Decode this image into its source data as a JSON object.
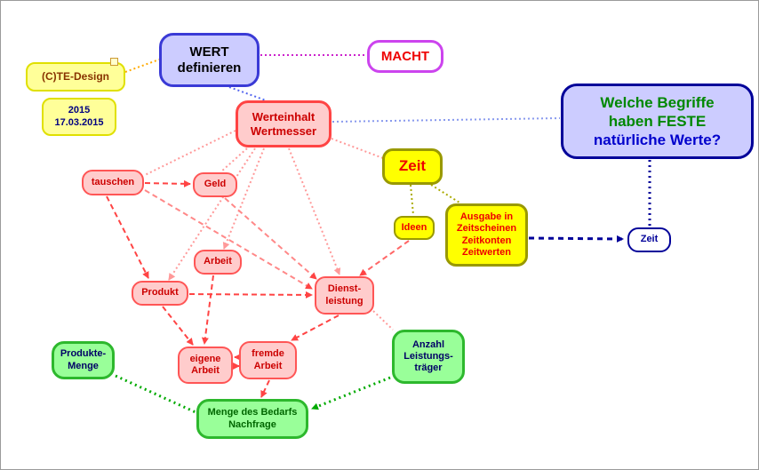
{
  "diagram": {
    "nodes": {
      "cte": {
        "label": "(C)TE-Design"
      },
      "datum": {
        "label": "2015\n17.03.2015"
      },
      "wert": {
        "label": "WERT\ndefinieren"
      },
      "macht": {
        "label": "MACHT"
      },
      "werteinhalt": {
        "label": "Werteinhalt\nWertmesser"
      },
      "frage": {
        "label_green": "Welche Begriffe\nhaben FESTE",
        "label_blue": "natürliche Werte?"
      },
      "zeit": {
        "label": "Zeit"
      },
      "tauschen": {
        "label": "tauschen"
      },
      "geld": {
        "label": "Geld"
      },
      "ideen": {
        "label": "Ideen"
      },
      "ausgabe": {
        "label": "Ausgabe in\nZeitscheinen\nZeitkonten\nZeitwerten"
      },
      "zeit_klein": {
        "label": "Zeit"
      },
      "arbeit": {
        "label": "Arbeit"
      },
      "produkt": {
        "label": "Produkt"
      },
      "dienstleistung": {
        "label": "Dienst-\nleistung"
      },
      "eigene_arbeit": {
        "label": "eigene\nArbeit"
      },
      "fremde_arbeit": {
        "label": "fremde\nArbeit"
      },
      "anzahl": {
        "label": "Anzahl\nLeistungs-\nträger"
      },
      "produkte_menge": {
        "label": "Produkte-\nMenge"
      },
      "menge_bedarf": {
        "label": "Menge des Bedarfs\nNachfrage"
      }
    },
    "colors": {
      "node_blue_bg": "#ccccff",
      "node_blue_border": "#3a3ad6",
      "node_navy_border": "#000099",
      "node_pink_bg": "#ffcccc",
      "node_pink_border": "#ff5555",
      "node_yellow_bg": "#ffff00",
      "node_yellow_border": "#999900",
      "node_green_bg": "#99ff99",
      "node_green_border": "#2db82d",
      "text_red": "#ee0000",
      "text_green": "#008800",
      "edge_red": "#ff4444",
      "edge_pink": "#ff9999",
      "edge_green": "#00aa00",
      "edge_navy": "#000099",
      "edge_orange": "#ffaa00",
      "edge_magenta": "#cc22cc",
      "edge_olive": "#aaaa00"
    }
  }
}
